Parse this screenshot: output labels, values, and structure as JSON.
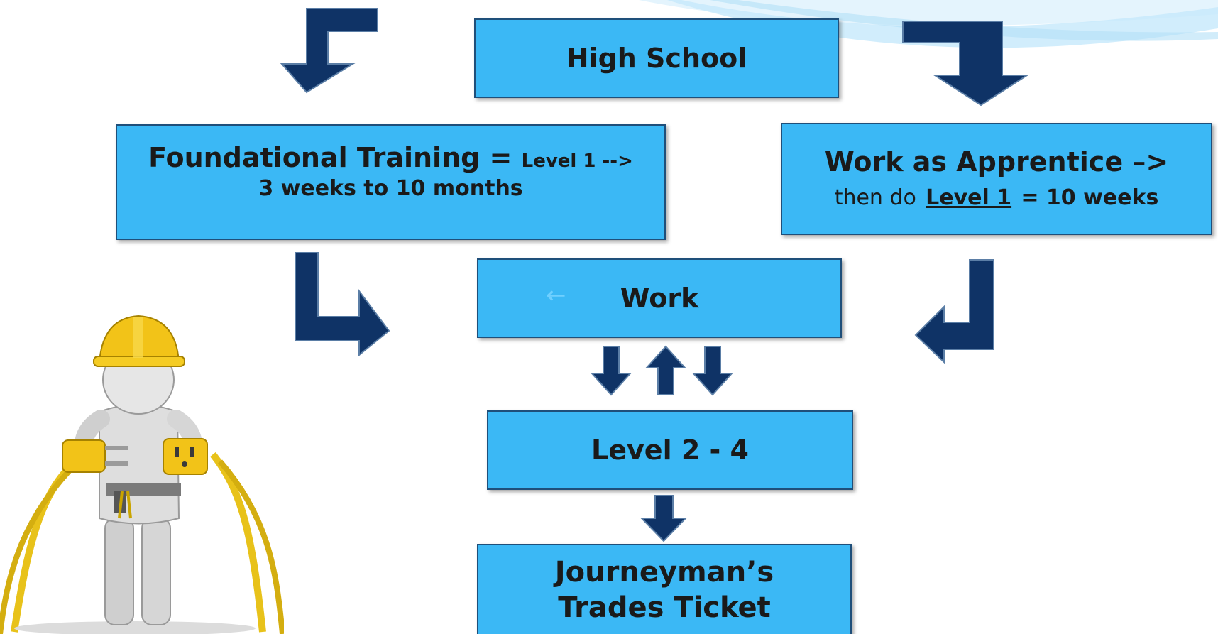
{
  "diagram": {
    "high_school": "High School",
    "foundational": {
      "title": "Foundational Training =",
      "level_note": "Level 1 -->",
      "duration": "3 weeks to 10 months"
    },
    "apprentice": {
      "title": "Work as Apprentice –>",
      "then_do": "then do",
      "level": "Level 1",
      "duration": "= 10 weeks"
    },
    "work": "Work",
    "work_arrow_glyph": "←",
    "levels": "Level 2 - 4",
    "journeyman": {
      "line1": "Journeyman’s",
      "line2": "Trades Ticket"
    }
  },
  "colors": {
    "box_fill": "#3bb8f5",
    "box_border": "#1f4f7a",
    "arrow_fill": "#0f3366",
    "arrow_stroke": "#5b7ea6",
    "swoosh": "#c6e8fb"
  },
  "icons": [
    "construction-worker-figure",
    "electrical-plug-icon",
    "electrical-socket-icon"
  ]
}
